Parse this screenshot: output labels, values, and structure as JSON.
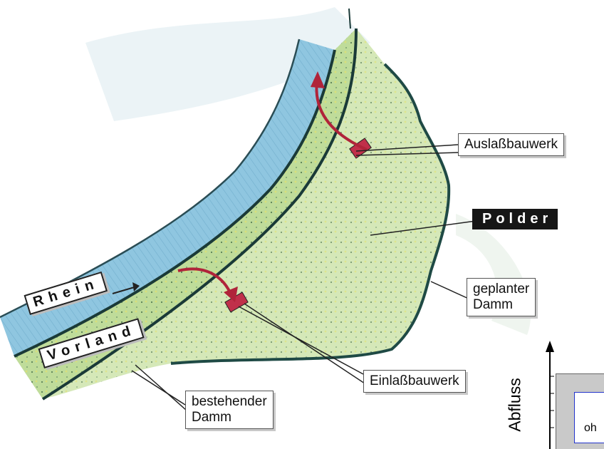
{
  "labels": {
    "auslass": "Auslaßbauwerk",
    "polder": "Polder",
    "geplanter": [
      "geplanter",
      "Damm"
    ],
    "einlass": "Einlaßbauwerk",
    "bestehender": [
      "bestehender",
      "Damm"
    ],
    "rhein": "Rhein",
    "vorland": "Vorland"
  },
  "inset": {
    "axis_label": "Abfluss",
    "legend_partial": "oh"
  },
  "colors": {
    "river": "#8fc6e0",
    "foreland": "#bfdc9a",
    "polder": "#d5e8b8",
    "dike": "#1a3a38",
    "arrow": "#b0243a",
    "legend_border": "#2233cc"
  }
}
